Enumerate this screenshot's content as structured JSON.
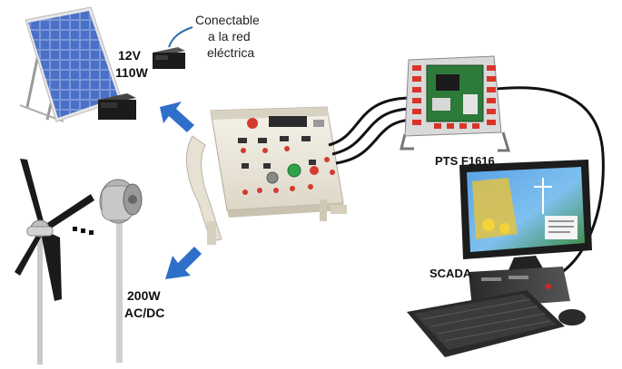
{
  "labels": {
    "solar_spec_line1": "12V",
    "solar_spec_line2": "110W",
    "grid_line1": "Conectable",
    "grid_line2": "a la red",
    "grid_line3": "eléctrica",
    "controller": "PTS F1616",
    "scada": "SCADA",
    "wind_spec_line1": "200W",
    "wind_spec_line2": "AC/DC"
  },
  "colors": {
    "arrow": "#2e6fc9",
    "cable": "#111111",
    "panel_cell": "#3f63b8",
    "trainer_case": "#eeeae0",
    "controller_board": "#2d7a3a"
  }
}
